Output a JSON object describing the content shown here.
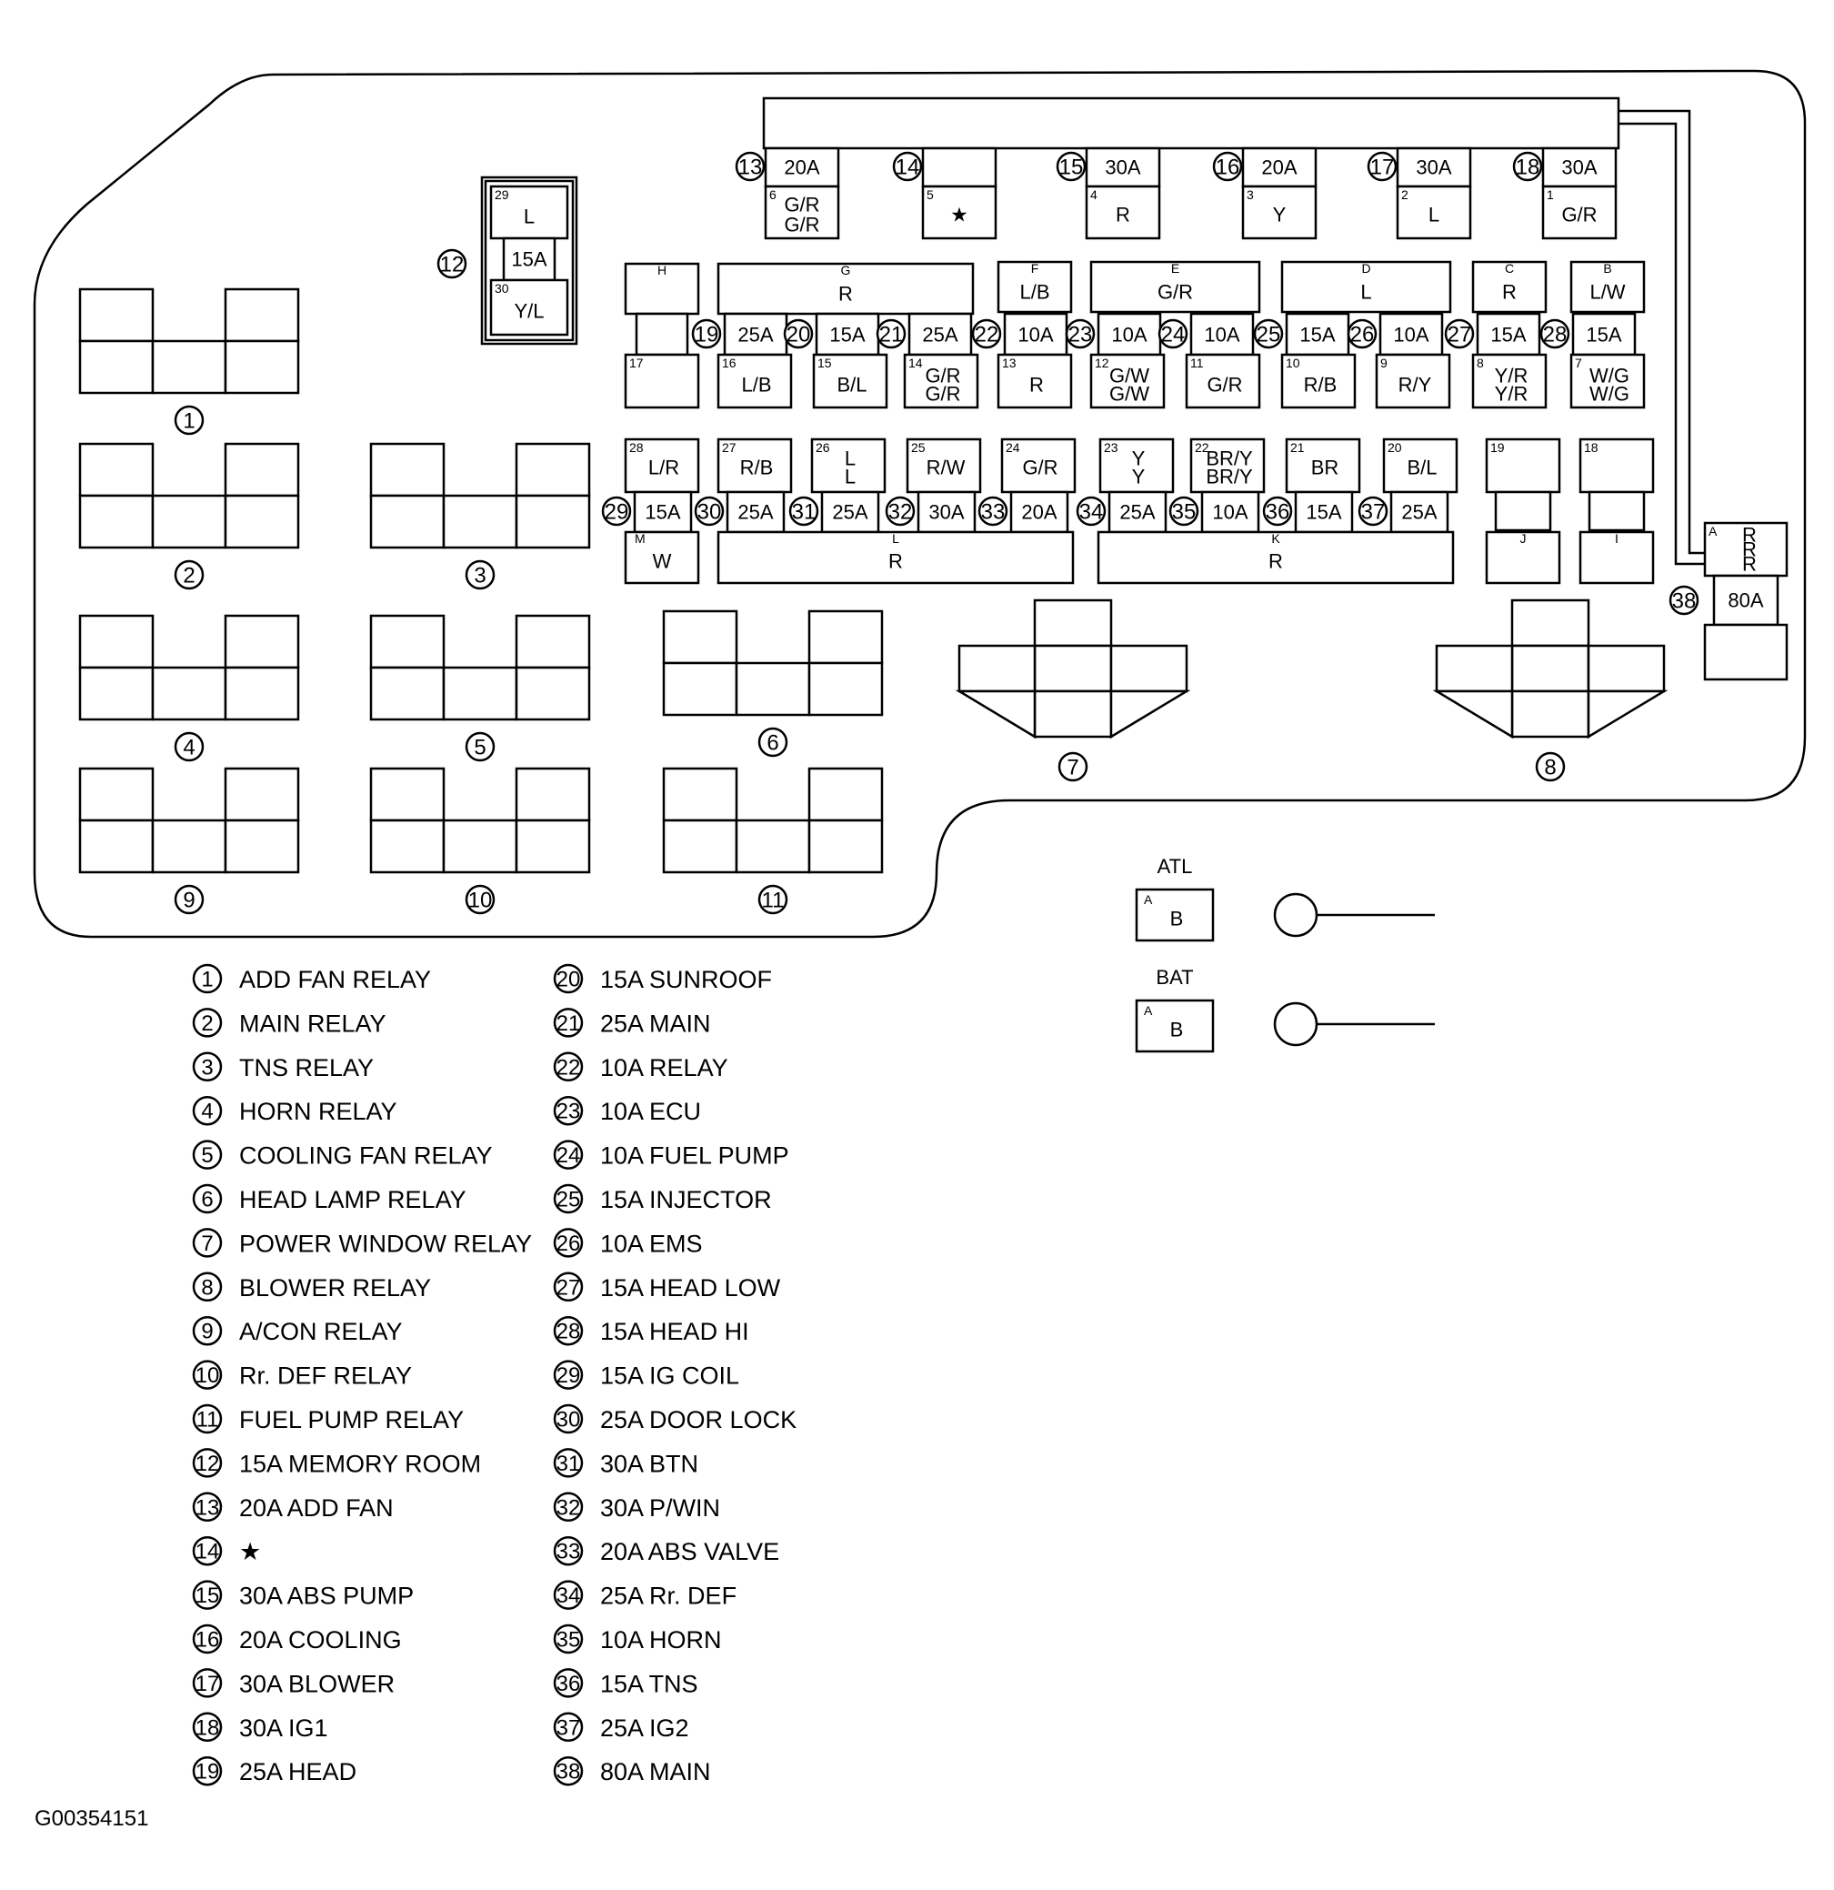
{
  "diagram": {
    "image_id": "G00354151",
    "atl": {
      "label": "ATL",
      "pin": "A",
      "wire": "B"
    },
    "bat": {
      "label": "BAT",
      "pin": "A",
      "wire": "B"
    },
    "top_fuses": [
      {
        "num": "13",
        "value": "20A",
        "pin": "6",
        "wire": "G/R\nG/R"
      },
      {
        "num": "14",
        "value": "",
        "pin": "5",
        "wire": "★"
      },
      {
        "num": "15",
        "value": "30A",
        "pin": "4",
        "wire": "R"
      },
      {
        "num": "16",
        "value": "20A",
        "pin": "3",
        "wire": "Y"
      },
      {
        "num": "17",
        "value": "30A",
        "pin": "2",
        "wire": "L"
      },
      {
        "num": "18",
        "value": "30A",
        "pin": "1",
        "wire": "G/R"
      }
    ],
    "memory_fuse": {
      "num": "12",
      "value": "15A",
      "top_pin": "29",
      "top_wire": "L",
      "bottom_pin": "30",
      "bottom_wire": "Y/L"
    },
    "row1_headers": [
      {
        "letter": "H",
        "wire": ""
      },
      {
        "letter": "G",
        "wire": "R"
      },
      {
        "letter": "F",
        "wire": "L/B"
      },
      {
        "letter": "E",
        "wire": "G/R"
      },
      {
        "letter": "D",
        "wire": "L"
      },
      {
        "letter": "C",
        "wire": "R"
      },
      {
        "letter": "B",
        "wire": "L/W"
      }
    ],
    "row1_fuses": [
      {
        "num": "19",
        "value": "25A"
      },
      {
        "num": "20",
        "value": "15A"
      },
      {
        "num": "21",
        "value": "25A"
      },
      {
        "num": "22",
        "value": "10A"
      },
      {
        "num": "23",
        "value": "10A"
      },
      {
        "num": "24",
        "value": "10A"
      },
      {
        "num": "25",
        "value": "15A"
      },
      {
        "num": "26",
        "value": "10A"
      },
      {
        "num": "27",
        "value": "15A"
      },
      {
        "num": "28",
        "value": "15A"
      }
    ],
    "row1_bottoms": [
      {
        "pin": "17",
        "wire": ""
      },
      {
        "pin": "16",
        "wire": "L/B"
      },
      {
        "pin": "15",
        "wire": "B/L"
      },
      {
        "pin": "14",
        "wire": "G/R\nG/R"
      },
      {
        "pin": "13",
        "wire": "R"
      },
      {
        "pin": "12",
        "wire": "G/W\nG/W"
      },
      {
        "pin": "11",
        "wire": "G/R"
      },
      {
        "pin": "10",
        "wire": "R/B"
      },
      {
        "pin": "9",
        "wire": "R/Y"
      },
      {
        "pin": "8",
        "wire": "Y/R\nY/R"
      },
      {
        "pin": "7",
        "wire": "W/G\nW/G"
      }
    ],
    "row2_tops": [
      {
        "pin": "28",
        "wire": "L/R"
      },
      {
        "pin": "27",
        "wire": "R/B"
      },
      {
        "pin": "26",
        "wire": "L\nL"
      },
      {
        "pin": "25",
        "wire": "R/W"
      },
      {
        "pin": "24",
        "wire": "G/R"
      },
      {
        "pin": "23",
        "wire": "Y\nY"
      },
      {
        "pin": "22",
        "wire": "BR/Y\nBR/Y"
      },
      {
        "pin": "21",
        "wire": "BR"
      },
      {
        "pin": "20",
        "wire": "B/L"
      },
      {
        "pin": "19",
        "wire": ""
      },
      {
        "pin": "18",
        "wire": ""
      }
    ],
    "row2_fuses": [
      {
        "num": "29",
        "value": "15A"
      },
      {
        "num": "30",
        "value": "25A"
      },
      {
        "num": "31",
        "value": "25A"
      },
      {
        "num": "32",
        "value": "30A"
      },
      {
        "num": "33",
        "value": "20A"
      },
      {
        "num": "34",
        "value": "25A"
      },
      {
        "num": "35",
        "value": "10A"
      },
      {
        "num": "36",
        "value": "15A"
      },
      {
        "num": "37",
        "value": "25A"
      }
    ],
    "row2_bottoms": [
      {
        "letter": "M",
        "wire": "W"
      },
      {
        "letter": "L",
        "wire": "R"
      },
      {
        "letter": "K",
        "wire": "R"
      },
      {
        "letter": "J",
        "wire": ""
      },
      {
        "letter": "I",
        "wire": ""
      }
    ],
    "main_fuse": {
      "num": "38",
      "value": "80A",
      "pin": "A",
      "wire": "R\nR\nR"
    },
    "relays": [
      "1",
      "2",
      "3",
      "4",
      "5",
      "6",
      "7",
      "8",
      "9",
      "10",
      "11"
    ]
  },
  "legend": [
    {
      "num": "1",
      "text": "ADD FAN RELAY"
    },
    {
      "num": "2",
      "text": "MAIN RELAY"
    },
    {
      "num": "3",
      "text": "TNS RELAY"
    },
    {
      "num": "4",
      "text": "HORN RELAY"
    },
    {
      "num": "5",
      "text": "COOLING FAN RELAY"
    },
    {
      "num": "6",
      "text": "HEAD LAMP RELAY"
    },
    {
      "num": "7",
      "text": "POWER WINDOW RELAY"
    },
    {
      "num": "8",
      "text": "BLOWER RELAY"
    },
    {
      "num": "9",
      "text": "A/CON RELAY"
    },
    {
      "num": "10",
      "text": "Rr. DEF RELAY"
    },
    {
      "num": "11",
      "text": "FUEL PUMP RELAY"
    },
    {
      "num": "12",
      "text": "15A MEMORY ROOM"
    },
    {
      "num": "13",
      "text": "20A ADD FAN"
    },
    {
      "num": "14",
      "text": "★"
    },
    {
      "num": "15",
      "text": "30A ABS PUMP"
    },
    {
      "num": "16",
      "text": "20A COOLING"
    },
    {
      "num": "17",
      "text": "30A BLOWER"
    },
    {
      "num": "18",
      "text": "30A IG1"
    },
    {
      "num": "19",
      "text": "25A HEAD"
    },
    {
      "num": "20",
      "text": "15A SUNROOF"
    },
    {
      "num": "21",
      "text": "25A MAIN"
    },
    {
      "num": "22",
      "text": "10A RELAY"
    },
    {
      "num": "23",
      "text": "10A ECU"
    },
    {
      "num": "24",
      "text": "10A FUEL PUMP"
    },
    {
      "num": "25",
      "text": "15A INJECTOR"
    },
    {
      "num": "26",
      "text": "10A EMS"
    },
    {
      "num": "27",
      "text": "15A HEAD LOW"
    },
    {
      "num": "28",
      "text": "15A HEAD HI"
    },
    {
      "num": "29",
      "text": "15A IG COIL"
    },
    {
      "num": "30",
      "text": "25A DOOR LOCK"
    },
    {
      "num": "31",
      "text": "30A BTN"
    },
    {
      "num": "32",
      "text": "30A P/WIN"
    },
    {
      "num": "33",
      "text": "20A ABS VALVE"
    },
    {
      "num": "34",
      "text": "25A Rr. DEF"
    },
    {
      "num": "35",
      "text": "10A HORN"
    },
    {
      "num": "36",
      "text": "15A TNS"
    },
    {
      "num": "37",
      "text": "25A IG2"
    },
    {
      "num": "38",
      "text": "80A MAIN"
    }
  ]
}
